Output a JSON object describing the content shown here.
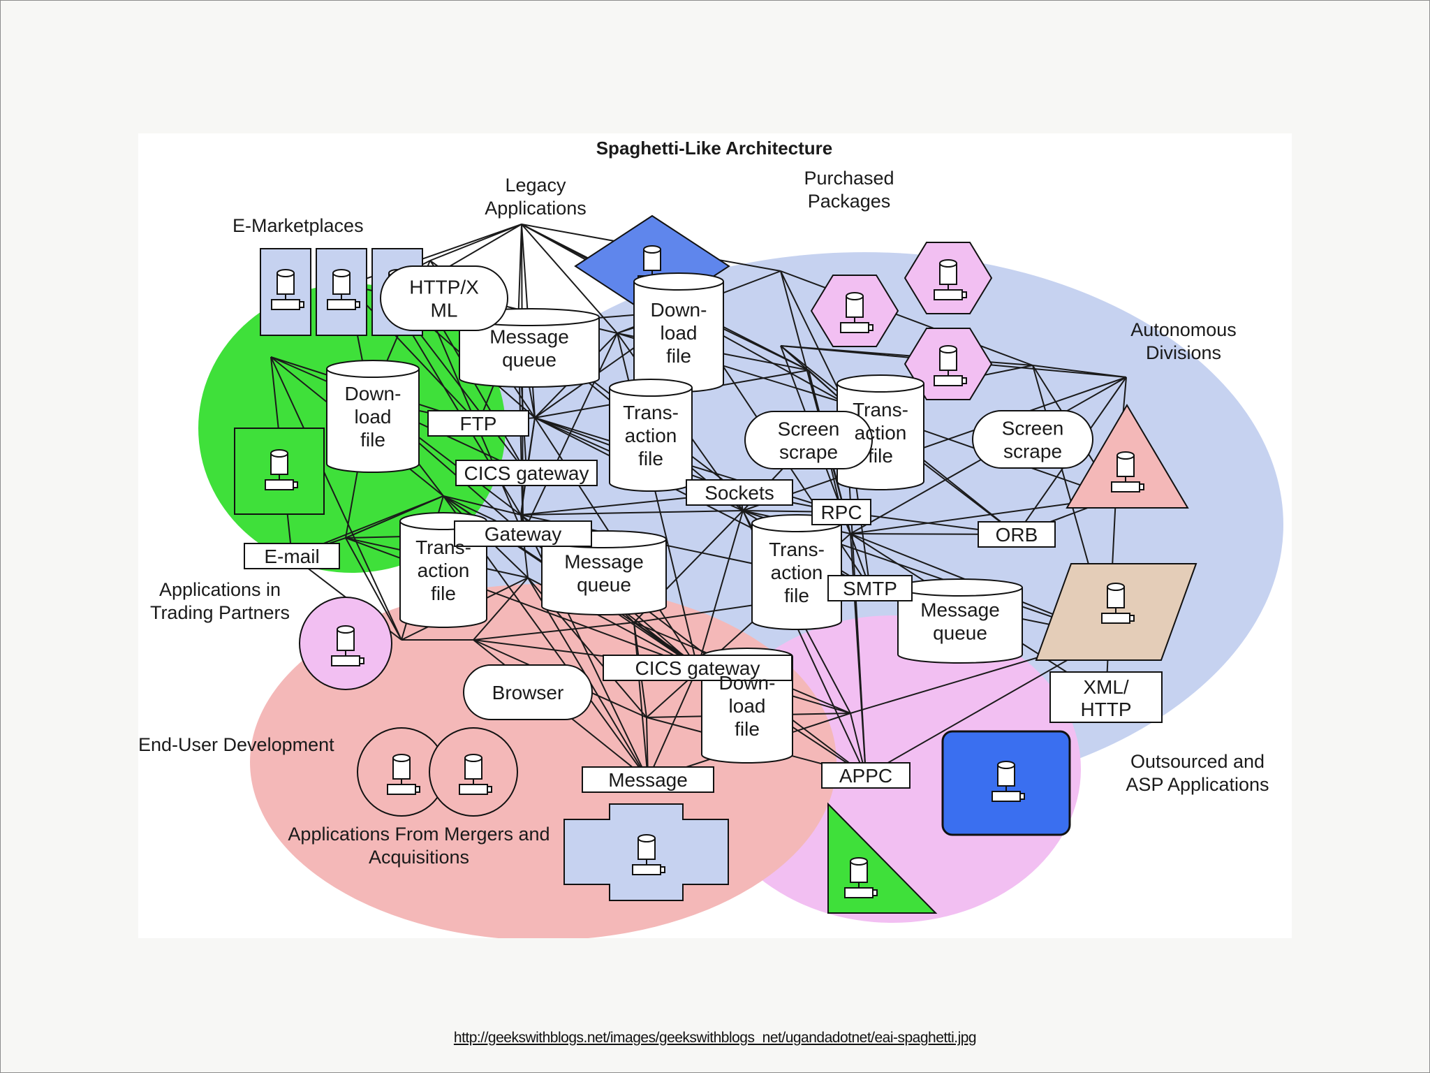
{
  "diagram": {
    "title": "Spaghetti-Like Architecture",
    "regions": [
      {
        "id": "emarket",
        "label": [
          "E-Marketplaces"
        ],
        "color": "#3fe03a"
      },
      {
        "id": "legacy",
        "label": [
          "Legacy",
          "Applications"
        ],
        "color": "#c6d2f0"
      },
      {
        "id": "purchased",
        "label": [
          "Purchased",
          "Packages"
        ],
        "color": "#c6d2f0"
      },
      {
        "id": "autonomous",
        "label": [
          "Autonomous",
          "Divisions"
        ],
        "color": "#c6d2f0"
      },
      {
        "id": "trading",
        "label": [
          "Applications in",
          "Trading Partners"
        ],
        "color": "#f4b8b8"
      },
      {
        "id": "enduser",
        "label": [
          "End-User Development"
        ],
        "color": "#f4b8b8"
      },
      {
        "id": "mergers",
        "label": [
          "Applications From Mergers and",
          "Acquisitions"
        ],
        "color": "#f4b8b8"
      },
      {
        "id": "outsourced",
        "label": [
          "Outsourced and",
          "ASP Applications"
        ],
        "color": "#f2bff2"
      }
    ],
    "cylinders": [
      {
        "id": "cyl-mq1",
        "lines": [
          "Message",
          "queue"
        ]
      },
      {
        "id": "cyl-dl1",
        "lines": [
          "Down-",
          "load",
          "file"
        ]
      },
      {
        "id": "cyl-dl2",
        "lines": [
          "Down-",
          "load",
          "file"
        ]
      },
      {
        "id": "cyl-tf1",
        "lines": [
          "Trans-",
          "action",
          "file"
        ]
      },
      {
        "id": "cyl-tf2",
        "lines": [
          "Trans-",
          "action",
          "file"
        ]
      },
      {
        "id": "cyl-tf3",
        "lines": [
          "Trans-",
          "action",
          "file"
        ]
      },
      {
        "id": "cyl-mq2",
        "lines": [
          "Message",
          "queue"
        ]
      },
      {
        "id": "cyl-tf4",
        "lines": [
          "Trans-",
          "action",
          "file"
        ]
      },
      {
        "id": "cyl-mq3",
        "lines": [
          "Message",
          "queue"
        ]
      },
      {
        "id": "cyl-dl3",
        "lines": [
          "Down-",
          "load",
          "file"
        ]
      }
    ],
    "rounded_labels": [
      {
        "id": "rb-http",
        "lines": [
          "HTTP/X",
          "ML"
        ]
      },
      {
        "id": "rb-scr1",
        "lines": [
          "Screen",
          "scrape"
        ]
      },
      {
        "id": "rb-scr2",
        "lines": [
          "Screen",
          "scrape"
        ]
      },
      {
        "id": "rb-browser",
        "lines": [
          "Browser"
        ]
      }
    ],
    "protocol_labels": [
      {
        "id": "lb-ftp",
        "text": "FTP"
      },
      {
        "id": "lb-cics1",
        "text": "CICS gateway"
      },
      {
        "id": "lb-gateway",
        "text": "Gateway"
      },
      {
        "id": "lb-email",
        "text": "E-mail"
      },
      {
        "id": "lb-sockets",
        "text": "Sockets"
      },
      {
        "id": "lb-rpc",
        "text": "RPC"
      },
      {
        "id": "lb-orb",
        "text": "ORB"
      },
      {
        "id": "lb-smtp",
        "text": "SMTP"
      },
      {
        "id": "lb-cics2",
        "text": "CICS gateway"
      },
      {
        "id": "lb-message",
        "text": "Message"
      },
      {
        "id": "lb-appc",
        "text": "APPC"
      },
      {
        "id": "lb-xml",
        "text": "XML/ HTTP"
      }
    ]
  },
  "credit": {
    "url": "http://geekswithblogs.net/images/geekswithblogs_net/ugandadotnet/eai-spaghetti.jpg"
  }
}
